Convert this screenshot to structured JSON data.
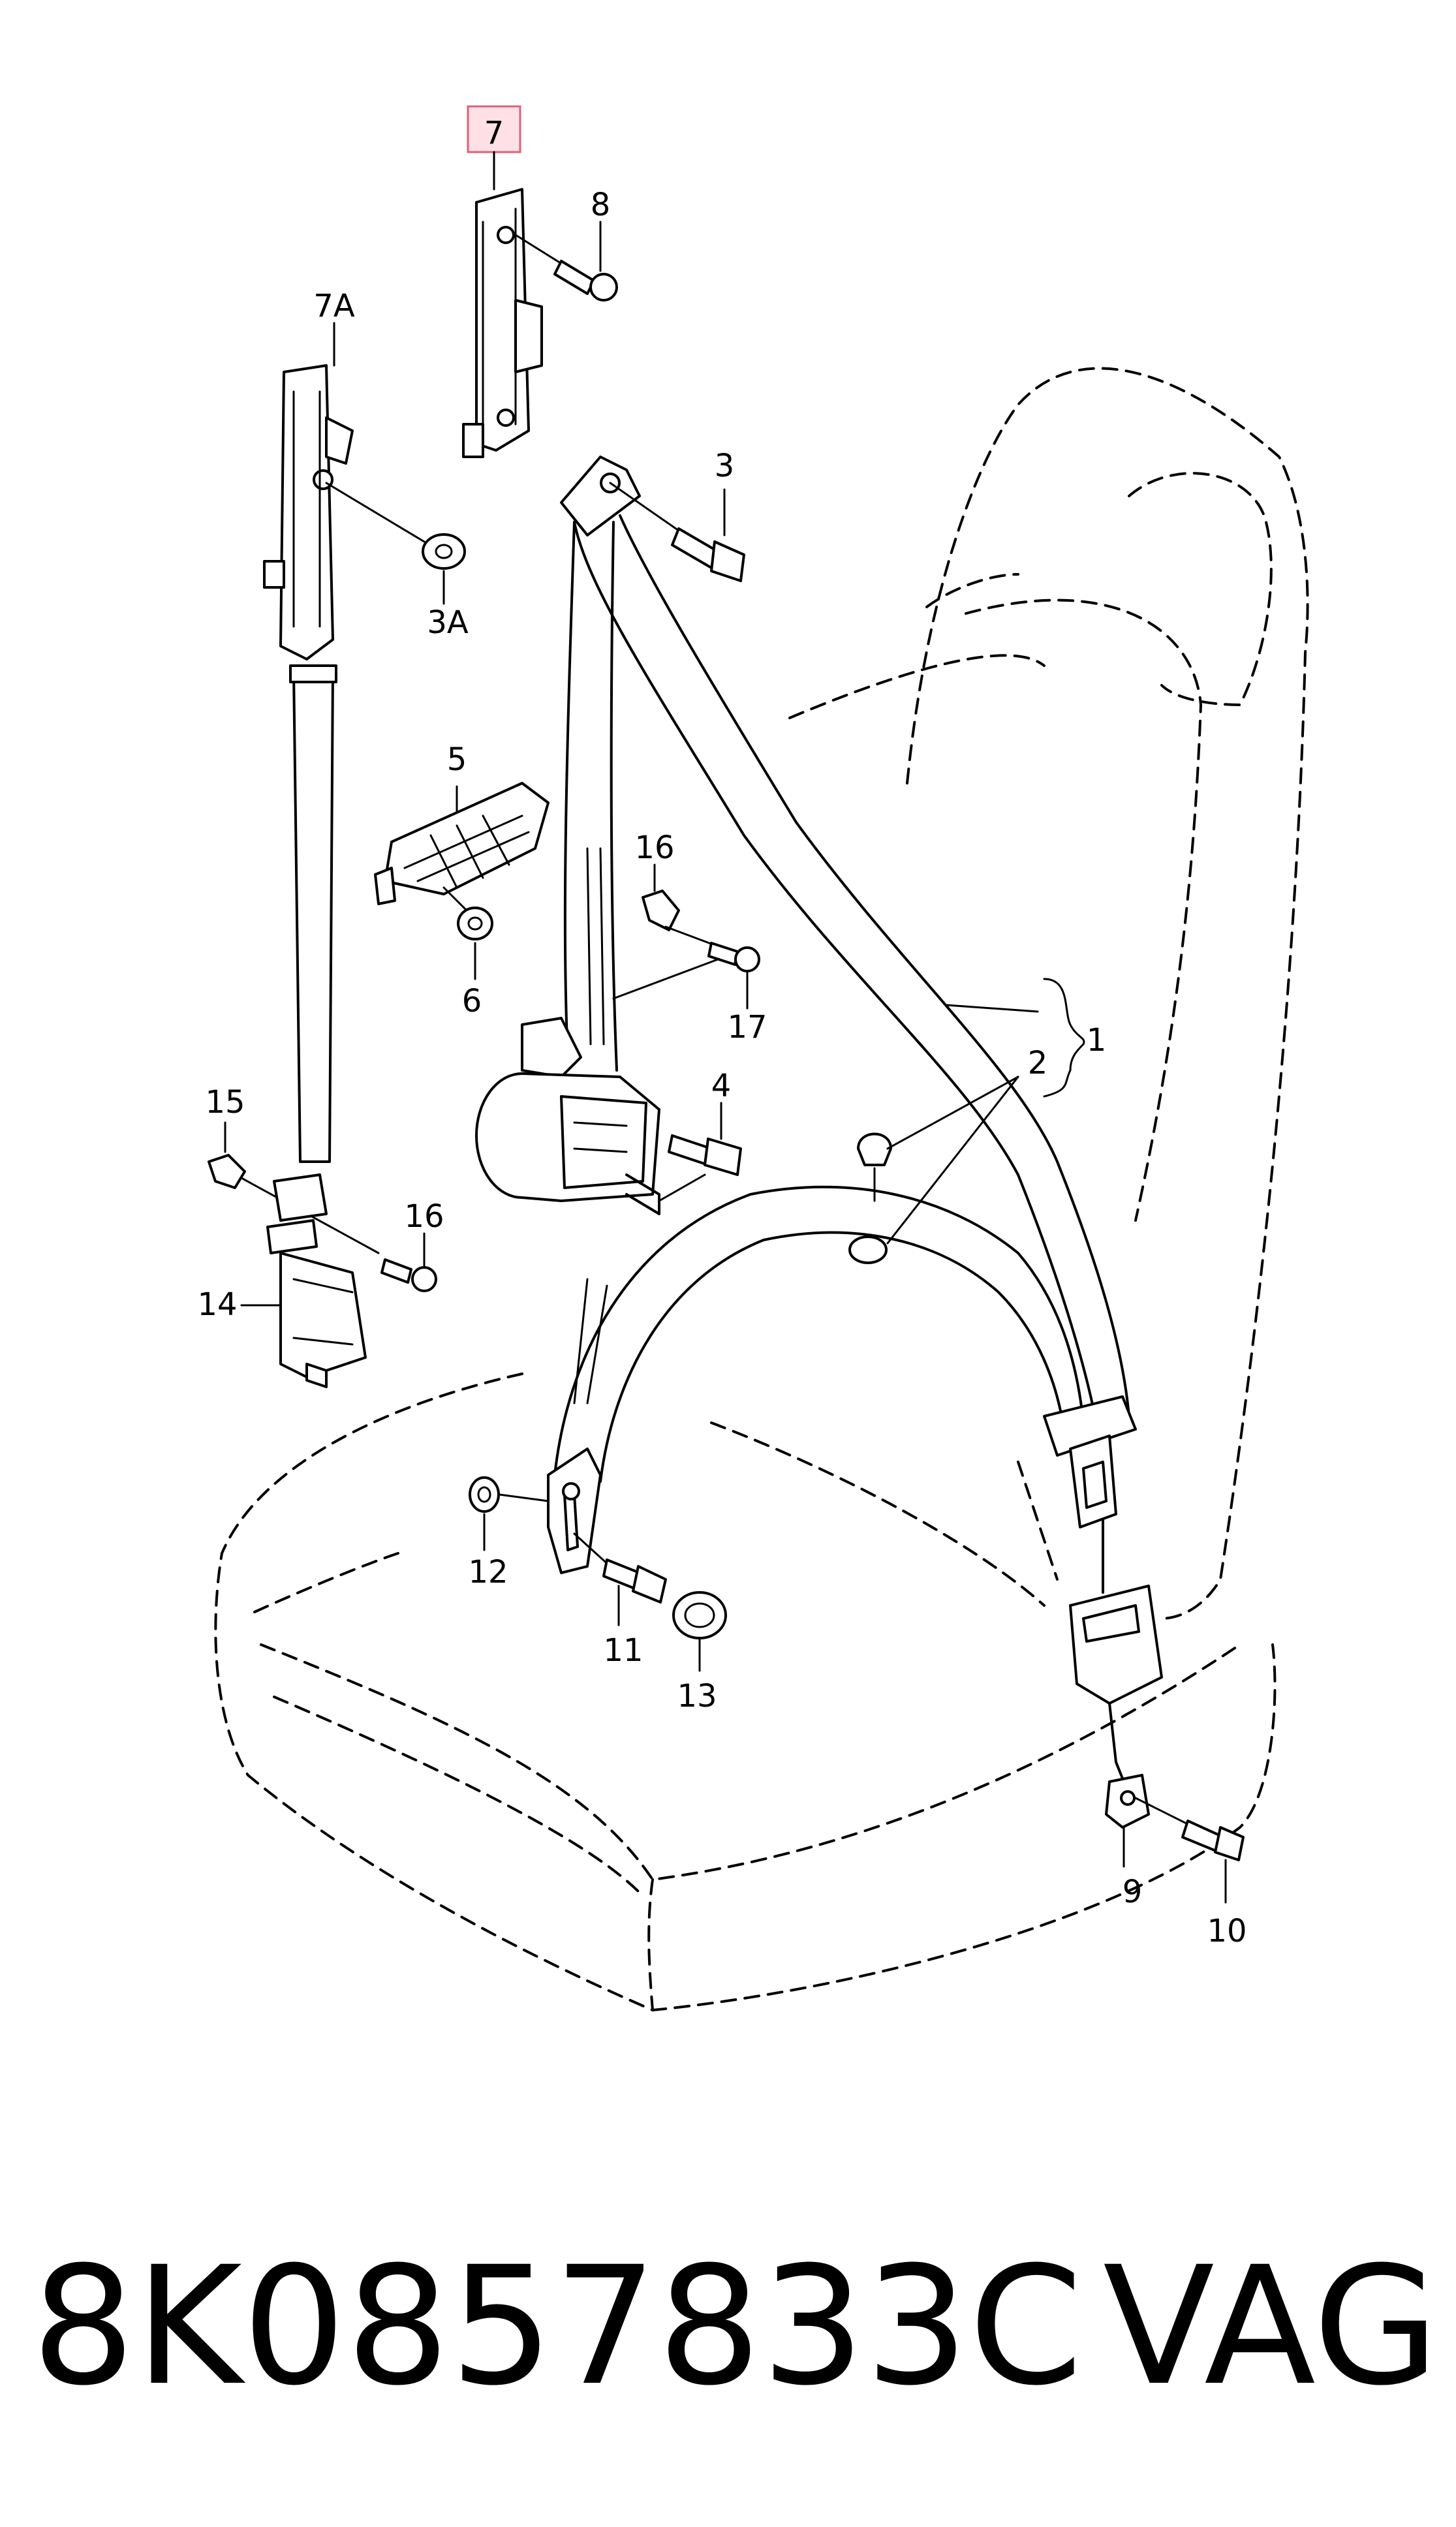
{
  "callouts": {
    "c1": "1",
    "c2": "2",
    "c3": "3",
    "c3a": "3A",
    "c4": "4",
    "c5": "5",
    "c6": "6",
    "c7": "7",
    "c7a": "7A",
    "c8": "8",
    "c9": "9",
    "c10": "10",
    "c11": "11",
    "c12": "12",
    "c13": "13",
    "c14": "14",
    "c15": "15",
    "c16a": "16",
    "c16b": "16",
    "c17": "17"
  },
  "highlight_color": "#e0607a",
  "footer": {
    "part_number": "8K0857833C",
    "brand": "VAG"
  }
}
